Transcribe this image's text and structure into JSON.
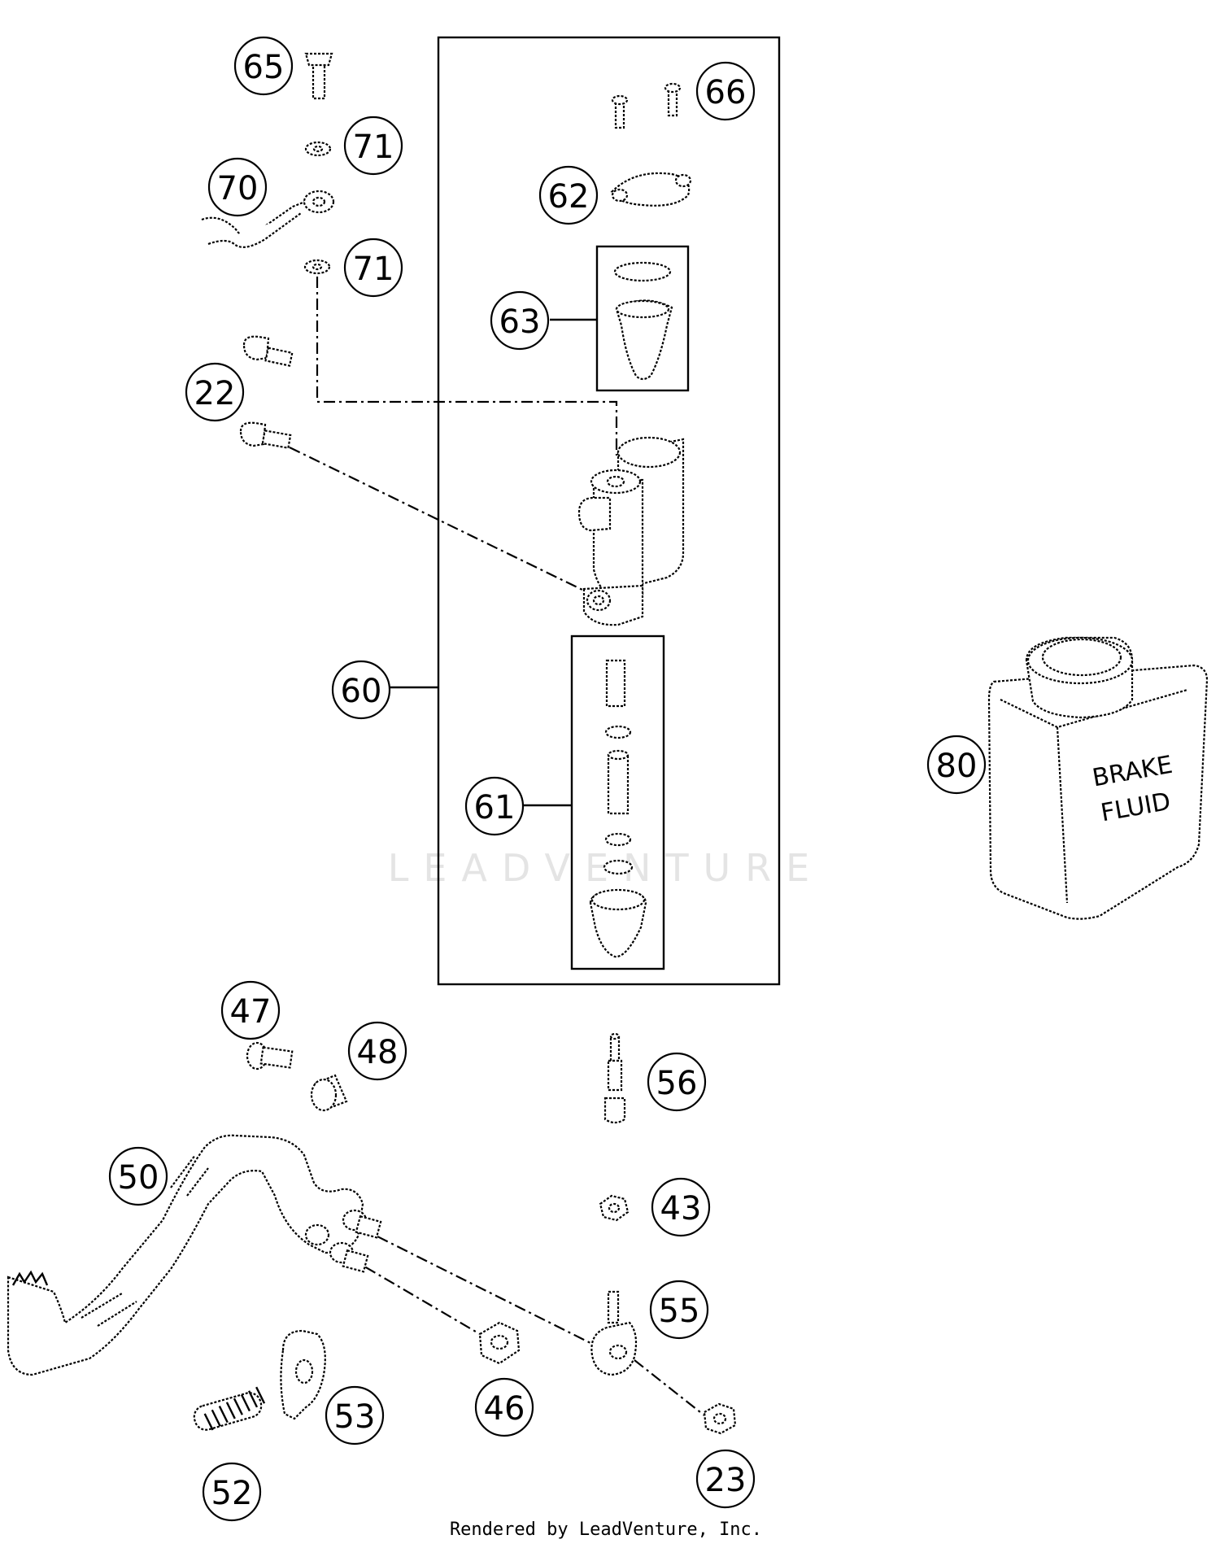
{
  "callouts": [
    {
      "id": "65",
      "label": "65"
    },
    {
      "id": "66",
      "label": "66"
    },
    {
      "id": "71a",
      "label": "71"
    },
    {
      "id": "70",
      "label": "70"
    },
    {
      "id": "71b",
      "label": "71"
    },
    {
      "id": "62",
      "label": "62"
    },
    {
      "id": "63",
      "label": "63"
    },
    {
      "id": "22",
      "label": "22"
    },
    {
      "id": "60",
      "label": "60"
    },
    {
      "id": "80",
      "label": "80"
    },
    {
      "id": "61",
      "label": "61"
    },
    {
      "id": "47",
      "label": "47"
    },
    {
      "id": "48",
      "label": "48"
    },
    {
      "id": "56",
      "label": "56"
    },
    {
      "id": "50",
      "label": "50"
    },
    {
      "id": "43",
      "label": "43"
    },
    {
      "id": "55",
      "label": "55"
    },
    {
      "id": "53",
      "label": "53"
    },
    {
      "id": "46",
      "label": "46"
    },
    {
      "id": "52",
      "label": "52"
    },
    {
      "id": "23",
      "label": "23"
    }
  ],
  "bottle_label": {
    "line1": "BRAKE",
    "line2": "FLUID"
  },
  "watermark": "LEADVENTURE",
  "credit": "Rendered by LeadVenture, Inc."
}
